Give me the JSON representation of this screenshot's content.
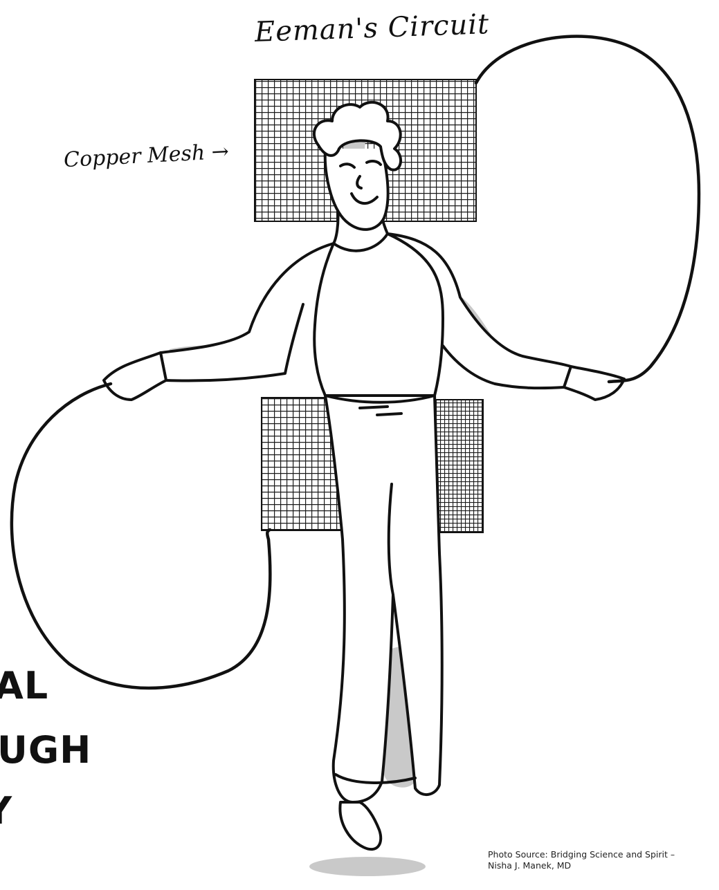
{
  "diagram": {
    "title": "Eeman's Circuit",
    "mesh_label": "Copper Mesh →",
    "heading_lines": [
      "AL",
      "UGH",
      "Y"
    ],
    "caption_line1": "Photo Source: Bridging Science and Spirit –",
    "caption_line2": "Nisha J. Manek, MD"
  }
}
